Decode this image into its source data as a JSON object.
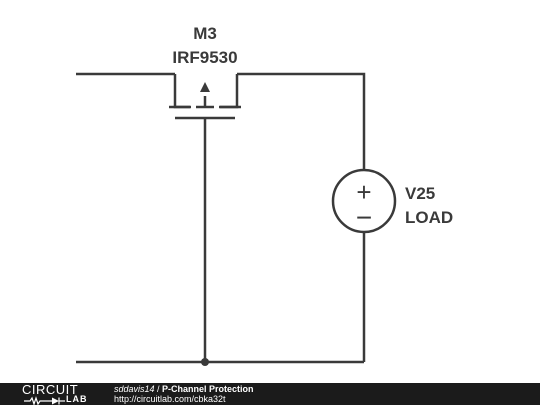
{
  "components": {
    "mosfet": {
      "ref": "M3",
      "part": "IRF9530"
    },
    "source": {
      "ref": "V25",
      "role": "LOAD",
      "plus_symbol": "+",
      "minus_symbol": "−"
    }
  },
  "footer": {
    "logo_top": "CIRCUIT",
    "logo_bottom": "LAB",
    "author": "sddavis14",
    "separator": " / ",
    "title": "P-Channel Protection",
    "url": "http://circuitlab.com/cbka32t"
  },
  "colors": {
    "wire": "#3a3a3a",
    "footer_bg": "#1b1b1b",
    "footer_text": "#ffffff"
  }
}
